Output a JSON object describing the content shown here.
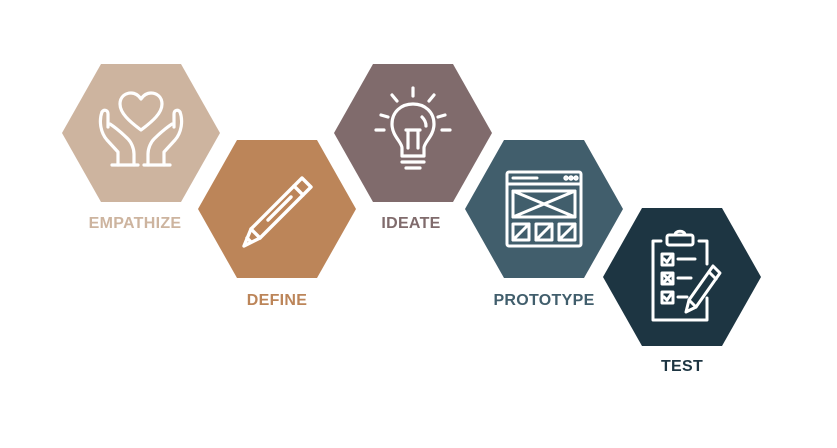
{
  "stages": [
    {
      "label": "EMPATHIZE",
      "icon": "hands-heart-icon",
      "color": "#CDB49F"
    },
    {
      "label": "DEFINE",
      "icon": "pencil-icon",
      "color": "#BC8559"
    },
    {
      "label": "IDEATE",
      "icon": "lightbulb-icon",
      "color": "#806B6C"
    },
    {
      "label": "PROTOTYPE",
      "icon": "wireframe-icon",
      "color": "#415E6C"
    },
    {
      "label": "TEST",
      "icon": "clipboard-checklist-icon",
      "color": "#1D3542"
    }
  ]
}
